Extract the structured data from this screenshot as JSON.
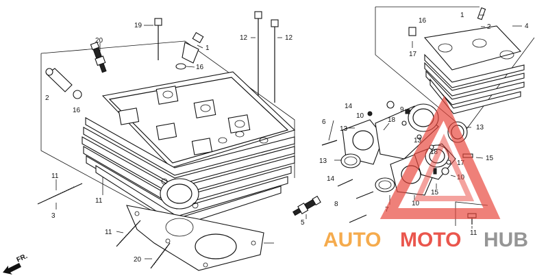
{
  "diagram": {
    "direction_label": "FR.",
    "callouts": [
      {
        "id": "c19",
        "text": "19"
      },
      {
        "id": "c1a",
        "text": "1"
      },
      {
        "id": "c20a",
        "text": "20"
      },
      {
        "id": "c16a",
        "text": "16"
      },
      {
        "id": "c12a",
        "text": "12"
      },
      {
        "id": "c12b",
        "text": "12"
      },
      {
        "id": "c2a",
        "text": "2"
      },
      {
        "id": "c16b",
        "text": "16"
      },
      {
        "id": "c1b",
        "text": "1"
      },
      {
        "id": "c16c",
        "text": "16"
      },
      {
        "id": "c4",
        "text": "4"
      },
      {
        "id": "c2b",
        "text": "2"
      },
      {
        "id": "c17a",
        "text": "17"
      },
      {
        "id": "c14a",
        "text": "14"
      },
      {
        "id": "c10a",
        "text": "10"
      },
      {
        "id": "c6",
        "text": "6"
      },
      {
        "id": "c13a",
        "text": "13"
      },
      {
        "id": "c18a",
        "text": "18"
      },
      {
        "id": "c9",
        "text": "9"
      },
      {
        "id": "c13b",
        "text": "13"
      },
      {
        "id": "c13c",
        "text": "13"
      },
      {
        "id": "c18b",
        "text": "18"
      },
      {
        "id": "c15a",
        "text": "15"
      },
      {
        "id": "c13d",
        "text": "13"
      },
      {
        "id": "c17b",
        "text": "17"
      },
      {
        "id": "c10b",
        "text": "10"
      },
      {
        "id": "c14b",
        "text": "14"
      },
      {
        "id": "c15b",
        "text": "15"
      },
      {
        "id": "c7",
        "text": "7"
      },
      {
        "id": "c10c",
        "text": "10"
      },
      {
        "id": "c8",
        "text": "8"
      },
      {
        "id": "c11a",
        "text": "11"
      },
      {
        "id": "c11b",
        "text": "11"
      },
      {
        "id": "c3",
        "text": "3"
      },
      {
        "id": "c11c",
        "text": "11"
      },
      {
        "id": "c11d",
        "text": "11"
      },
      {
        "id": "c20b",
        "text": "20"
      },
      {
        "id": "c5",
        "text": "5"
      }
    ]
  },
  "watermark": {
    "part1": "AUTO",
    "part2": "MOTO",
    "part3": "HUB",
    "color_red": "#e8443a",
    "color_orange": "#f4a23a",
    "color_grey": "#8a8a8a"
  }
}
